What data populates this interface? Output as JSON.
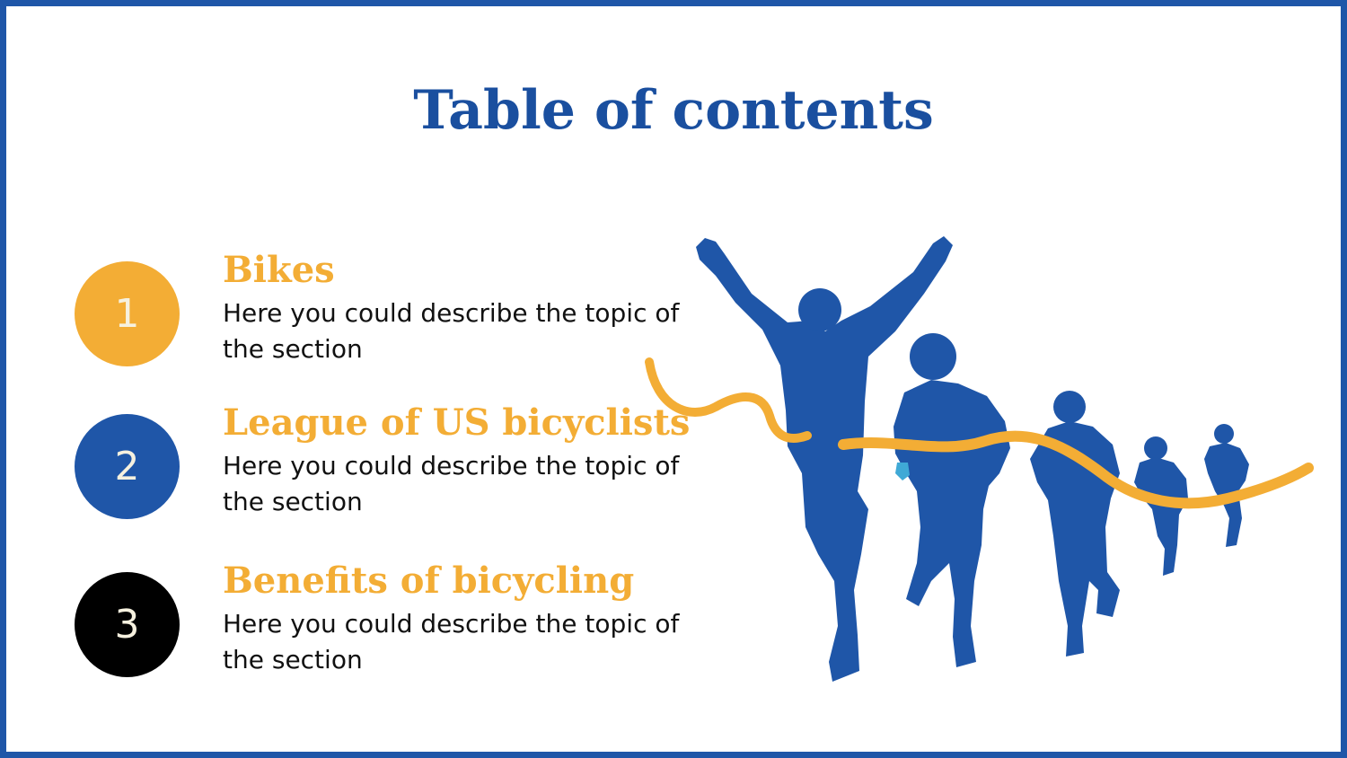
{
  "slide": {
    "title": "Table of contents",
    "items": [
      {
        "number": "1",
        "title": "Bikes",
        "description": "Here you could describe the topic of the section",
        "circle_color": "#f3ad35"
      },
      {
        "number": "2",
        "title": "League of US bicyclists",
        "description": "Here you could describe the topic of the section",
        "circle_color": "#1f56a8"
      },
      {
        "number": "3",
        "title": "Benefits of bicycling",
        "description": "Here you could describe the topic of the section",
        "circle_color": "#000000"
      }
    ]
  },
  "colors": {
    "border": "#1f56a8",
    "title": "#1a4f9f",
    "accent": "#f3ad35",
    "silhouette": "#1f56a8"
  },
  "illustration": {
    "icon": "runners-finish-line-icon"
  }
}
